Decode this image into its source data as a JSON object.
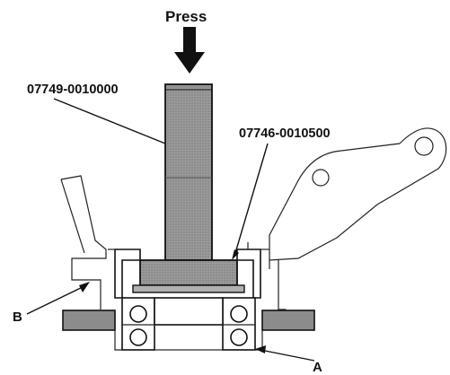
{
  "labels": {
    "press": "Press",
    "driver_tool": "07749-0010000",
    "attachment_tool": "07746-0010500",
    "point_a": "A",
    "point_b": "B"
  },
  "colors": {
    "shading": "#8c8c8c",
    "line": "#111111",
    "background": "#ffffff"
  },
  "icons": {
    "press_arrow": "arrow-down-icon"
  }
}
